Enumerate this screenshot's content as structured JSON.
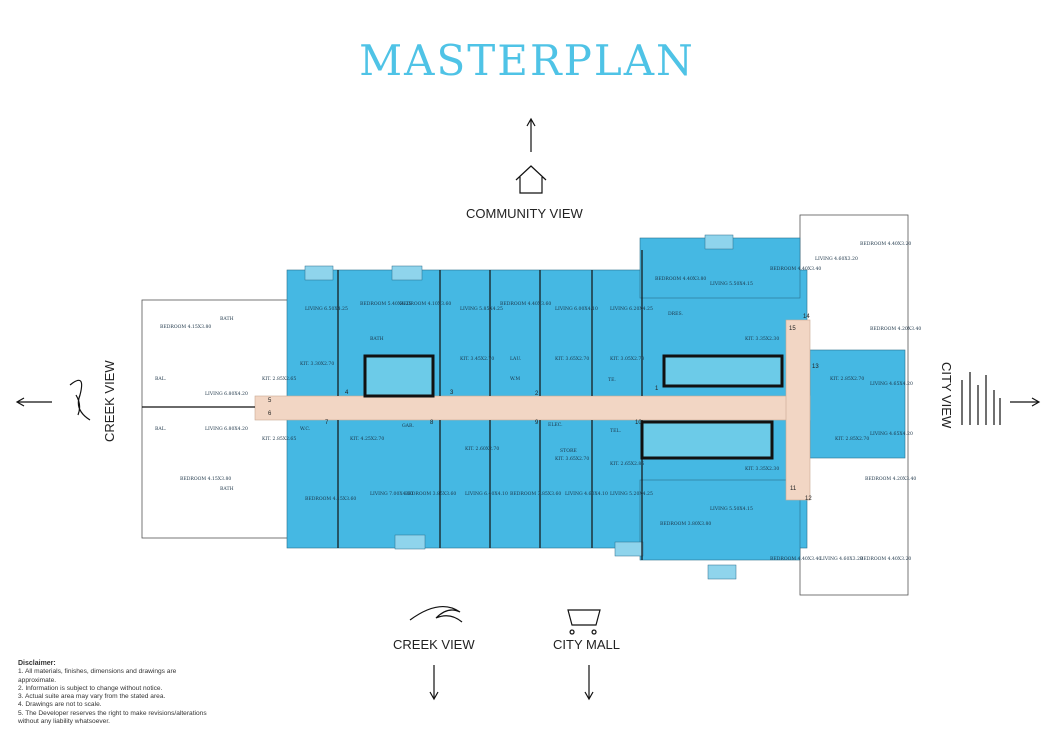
{
  "title": "MASTERPLAN",
  "views": {
    "community": "COMMUNITY VIEW",
    "creek_left": "CREEK VIEW",
    "city_right": "CITY VIEW",
    "creek_bottom": "CREEK VIEW",
    "city_mall": "CITY MALL"
  },
  "colors": {
    "title": "#4fc3e6",
    "apartment": "#45b8e3",
    "corridor": "#f2d6c4",
    "wall": "#111111"
  },
  "disclaimer": {
    "heading": "Disclaimer:",
    "items": [
      "1. All materials, finishes, dimensions and drawings are approximate.",
      "2. Information is subject to change without notice.",
      "3. Actual suite area may vary from the stated area.",
      "4. Drawings are not to scale.",
      "5. The Developer reserves the right to make revisions/alterations without any liability whatsoever."
    ]
  },
  "rooms": [
    {
      "label": "BAL."
    },
    {
      "label": "BATH"
    },
    {
      "label": "BEDROOM 4.15X3.80"
    },
    {
      "label": "LIVING 6.80X4.20"
    },
    {
      "label": "KIT. 2.85X2.65"
    },
    {
      "label": "LIVING 6.80X4.20"
    },
    {
      "label": "KIT. 2.85X2.65"
    },
    {
      "label": "BEDROOM 4.15X3.80"
    },
    {
      "label": "BATH"
    },
    {
      "label": "BAL."
    },
    {
      "label": "LIVING 6.50X4.25"
    },
    {
      "label": "KIT. 3.30X2.70"
    },
    {
      "label": "BEDROOM 5.40X4.25"
    },
    {
      "label": "BATH"
    },
    {
      "label": "BEDROOM 4.10X3.60"
    },
    {
      "label": "LIVING 5.85X4.25"
    },
    {
      "label": "KIT. 3.45X2.70"
    },
    {
      "label": "BEDROOM 4.40X3.60"
    },
    {
      "label": "LIVING 6.00X4.10"
    },
    {
      "label": "KIT. 3.65X2.70"
    },
    {
      "label": "LIVING 6.20X4.25"
    },
    {
      "label": "KIT. 3.05X2.70"
    },
    {
      "label": "BEDROOM 4.40X3.80"
    },
    {
      "label": "LIVING 5.50X4.15"
    },
    {
      "label": "KIT. 3.35X2.30"
    },
    {
      "label": "BEDROOM 4.40X3.40"
    },
    {
      "label": "LIVING 4.60X3.20"
    },
    {
      "label": "BEDROOM 4.40X3.20"
    },
    {
      "label": "BEDROOM 4.20X3.40"
    },
    {
      "label": "LIVING 4.65X4.20"
    },
    {
      "label": "KIT. 2.85X2.70"
    },
    {
      "label": "LIVING 4.65X4.20"
    },
    {
      "label": "KIT. 2.85X2.70"
    },
    {
      "label": "BEDROOM 4.20X3.40"
    },
    {
      "label": "LIVING 4.60X3.20"
    },
    {
      "label": "BEDROOM 4.40X3.20"
    },
    {
      "label": "LIVING 7.00X4.10"
    },
    {
      "label": "KIT. 4.25X2.70"
    },
    {
      "label": "BEDROOM 4.15X3.60"
    },
    {
      "label": "BEDROOM 3.85X3.60"
    },
    {
      "label": "LIVING 6.40X4.10"
    },
    {
      "label": "KIT. 2.60X2.70"
    },
    {
      "label": "BEDROOM 3.85X3.60"
    },
    {
      "label": "LIVING 4.60X4.10"
    },
    {
      "label": "KIT. 3.65X2.70"
    },
    {
      "label": "LIVING 5.20X4.25"
    },
    {
      "label": "KIT. 2.65X2.85"
    },
    {
      "label": "BEDROOM 3.80X3.80"
    },
    {
      "label": "LIVING 5.50X4.15"
    },
    {
      "label": "KIT. 3.35X2.30"
    },
    {
      "label": "BEDROOM 4.40X3.40"
    },
    {
      "label": "GAR."
    },
    {
      "label": "ELEC."
    },
    {
      "label": "STORE"
    },
    {
      "label": "TEL."
    },
    {
      "label": "W.M"
    },
    {
      "label": "LAU."
    },
    {
      "label": "TE."
    },
    {
      "label": "DRES."
    },
    {
      "label": "W.C."
    }
  ],
  "unit_numbers": [
    "1",
    "2",
    "3",
    "4",
    "5",
    "6",
    "7",
    "8",
    "9",
    "10",
    "11",
    "12",
    "13",
    "14",
    "15"
  ]
}
